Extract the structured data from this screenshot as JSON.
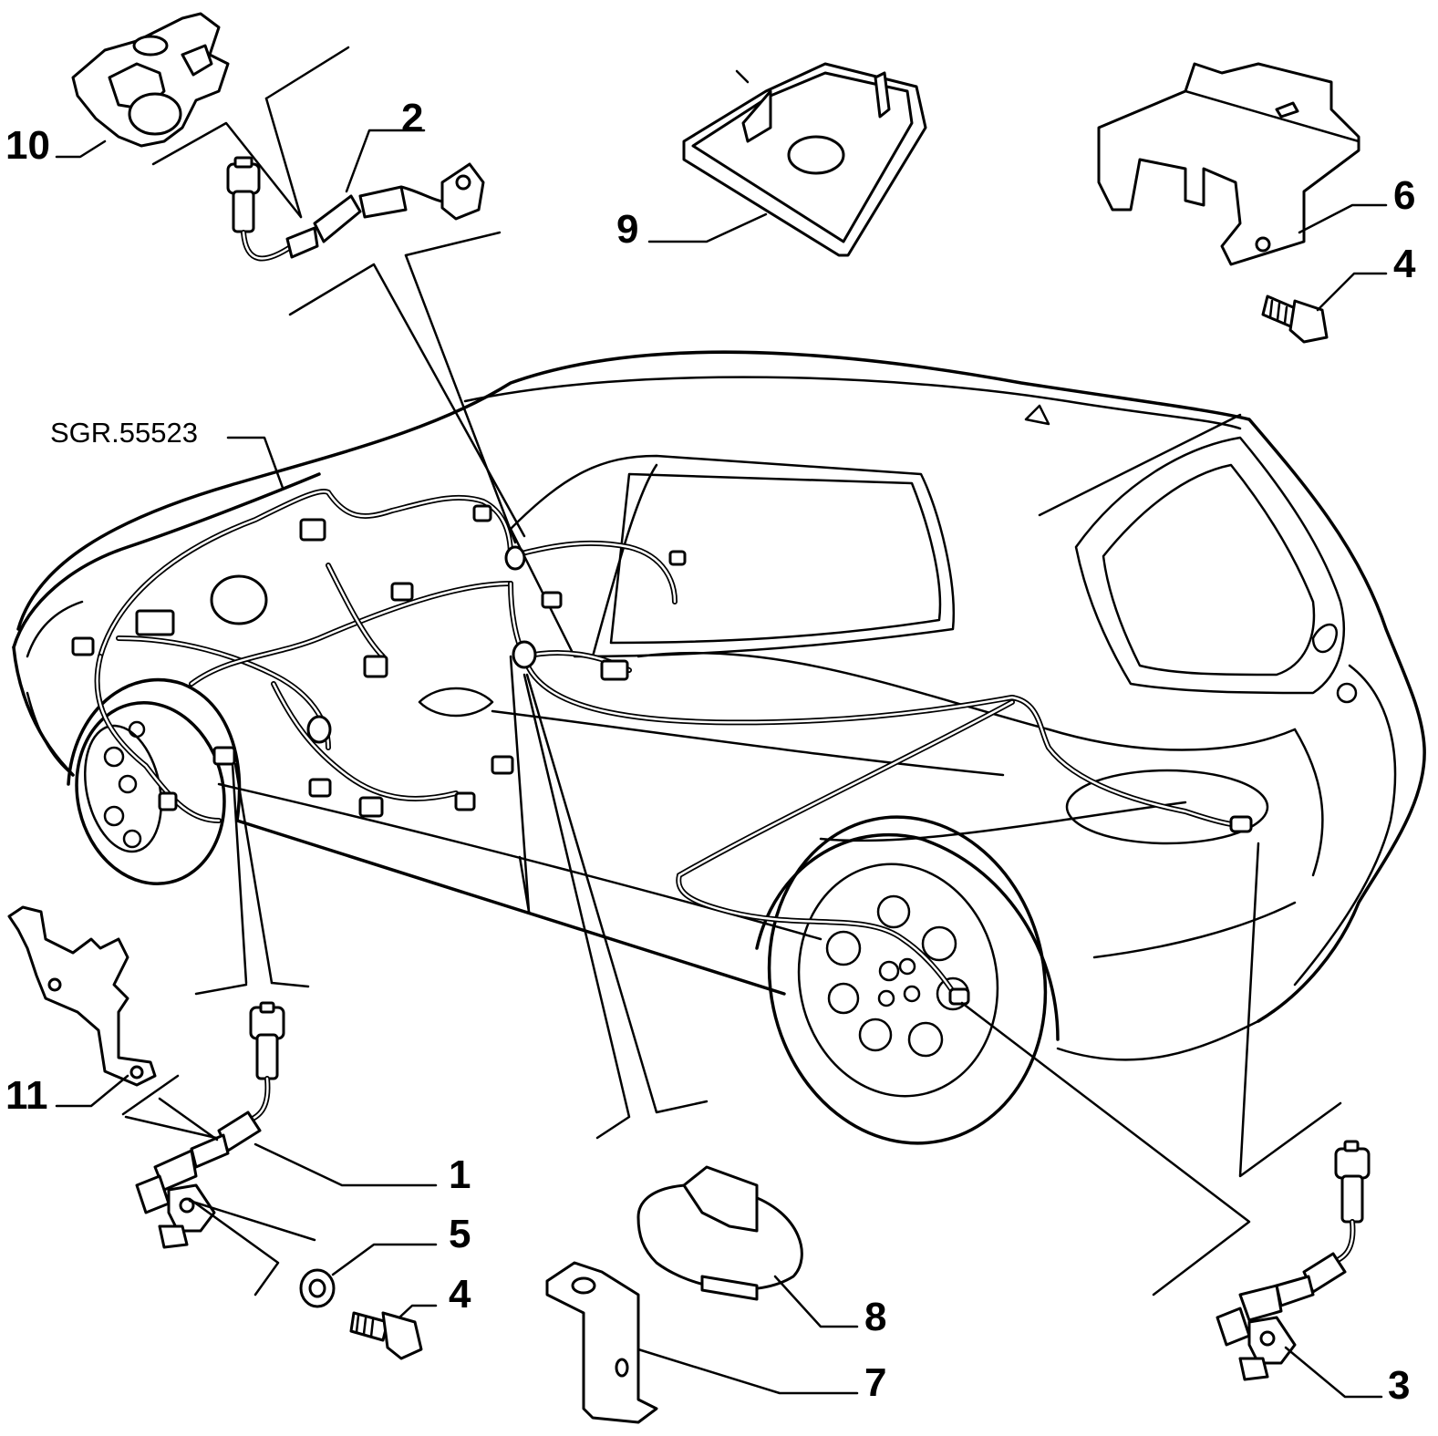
{
  "diagram": {
    "reference": "SGR.55523",
    "callouts": {
      "c10": "10",
      "c2": "2",
      "c9": "9",
      "c6": "6",
      "c4a": "4",
      "c11": "11",
      "c1": "1",
      "c5": "5",
      "c4b": "4",
      "c8": "8",
      "c7": "7",
      "c3": "3"
    }
  }
}
